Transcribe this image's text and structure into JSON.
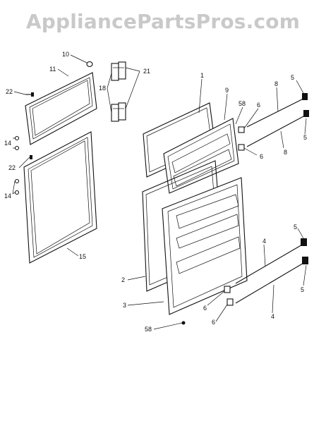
{
  "watermark": "AppliancePartsPros.com",
  "labels": {
    "l10": "10",
    "l11": "11",
    "l22a": "22",
    "l14a": "14",
    "l18": "18",
    "l21": "21",
    "l22b": "22",
    "l14b": "14",
    "l15": "15",
    "l1": "1",
    "l9": "9",
    "l58a": "58",
    "l6a": "6",
    "l8a": "8",
    "l5a": "5",
    "l6b": "6",
    "l8b": "8",
    "l5b": "5",
    "l2": "2",
    "l3": "3",
    "l58b": "58",
    "l5c": "5",
    "l4a": "4",
    "l5d": "5",
    "l6c": "6",
    "l6d": "6",
    "l4b": "4"
  }
}
